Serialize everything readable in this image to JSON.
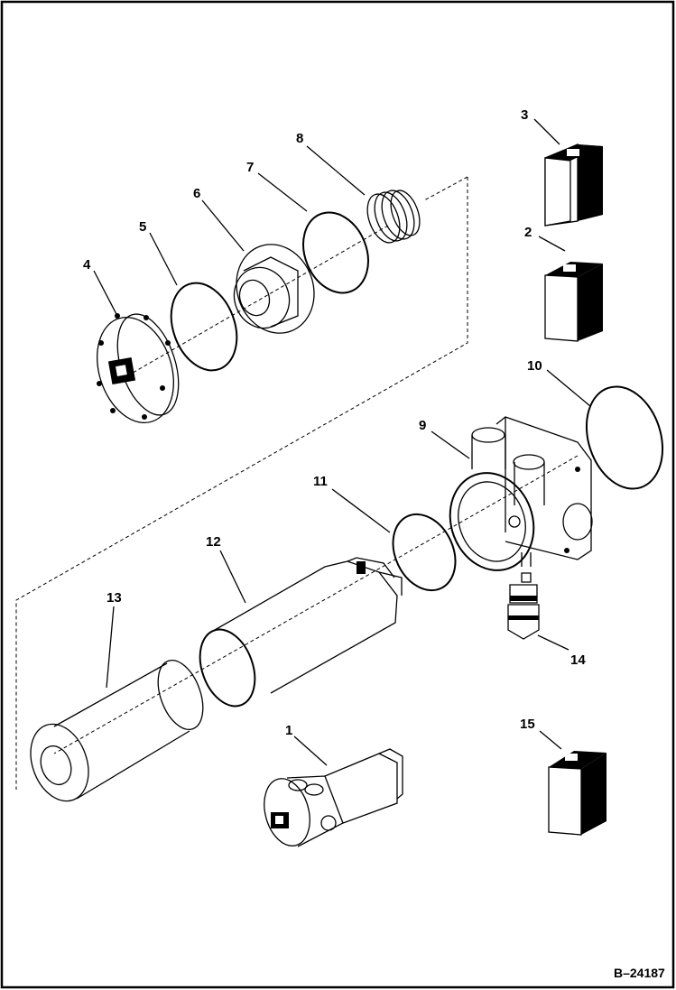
{
  "figure_id": "B–24187",
  "callouts": {
    "c1": "1",
    "c2": "2",
    "c3": "3",
    "c4": "4",
    "c5": "5",
    "c6": "6",
    "c7": "7",
    "c8": "8",
    "c9": "9",
    "c10": "10",
    "c11": "11",
    "c12": "12",
    "c13": "13",
    "c14": "14",
    "c15": "15"
  }
}
